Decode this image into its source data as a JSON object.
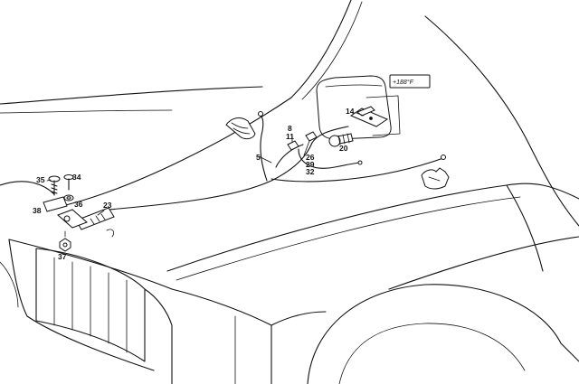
{
  "display": {
    "readout": "+188°F"
  },
  "labels": {
    "l5": "5",
    "l8": "8",
    "l11": "11",
    "l14": "14",
    "l20": "20",
    "l23": "23",
    "l26": "26",
    "l29": "29",
    "l32": "32",
    "l34": "34",
    "l35": "35",
    "l36": "36",
    "l37": "37",
    "l38": "38"
  }
}
